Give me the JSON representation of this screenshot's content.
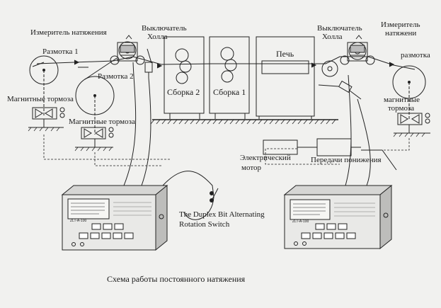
{
  "labels": {
    "tension_meter_left": "Измеритель натяжения",
    "hall_switch_left_1": "Выключатель",
    "hall_switch_left_2": "Холла",
    "unwind_1": "Размотка 1",
    "unwind_2": "Размотка 2",
    "magnetic_brakes_left_1": "Магнитные тормоза",
    "magnetic_brakes_left_2": "Магнитные тормоза",
    "assembly_2": "Сборка 2",
    "assembly_1": "Сборка 1",
    "furnace": "Печь",
    "hall_switch_right_1": "Выключатель",
    "hall_switch_right_2": "Холла",
    "tension_meter_right_1": "Измеритель",
    "tension_meter_right_2": "натяжени",
    "unwind_right": "размотка",
    "magnetic_right_1": "магнитные",
    "magnetic_right_2": "тормоза",
    "electric_motor_1": "Электрический",
    "electric_motor_2": "мотор",
    "reduction_gears": "Передачи понижения",
    "duplex_switch_1": "The Duplex Bit Alternating",
    "duplex_switch_2": "Rotation Switch",
    "caption": "Схема работы постоянного натяжения"
  },
  "controllers": [
    {
      "model": "ZLT-A-100"
    },
    {
      "model": "ZLT-A-100"
    }
  ]
}
